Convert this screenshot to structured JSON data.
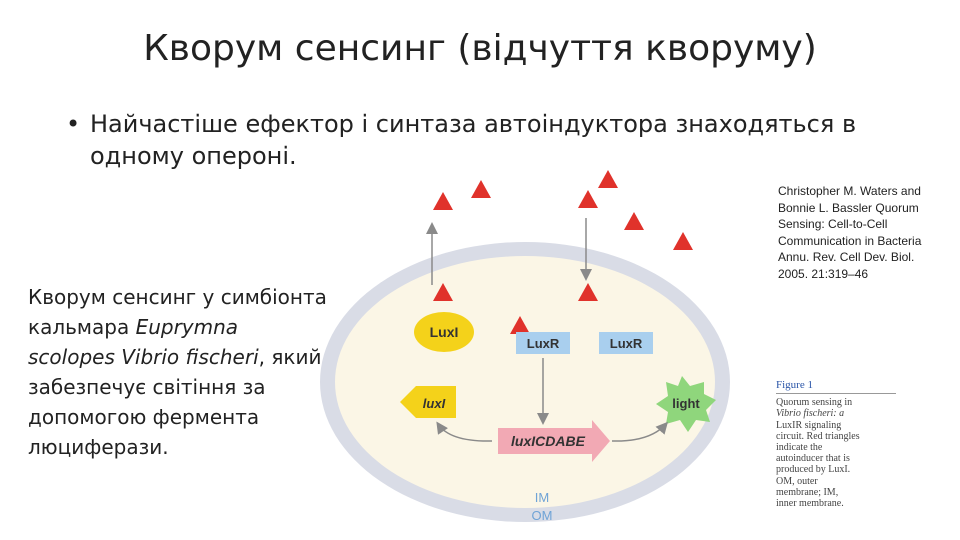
{
  "title": "Кворум сенсинг (відчуття кворуму)",
  "bullet": {
    "marker": "•",
    "text": "Найчастіше ефектор і синтаза автоіндуктора знаходяться в одному опероні."
  },
  "description": {
    "part1": "Кворум сенсинг у симбіонта кальмара ",
    "species": "Euprymna scolopes Vibrio fischeri",
    "part2": ", який забезпечує світіння за допомогою фермента люциферази."
  },
  "reference": {
    "lines": [
      "Christopher M. Waters and",
      "Bonnie L. Bassler Quorum",
      "Sensing: Cell-to-Cell",
      "Communication in Bacteria",
      "Annu. Rev. Cell Dev. Biol.",
      "2005. 21:319–46"
    ]
  },
  "diagram": {
    "labels": {
      "luxI_protein": "LuxI",
      "luxR_1": "LuxR",
      "luxR_2": "LuxR",
      "luxI_gene": "luxI",
      "operon": "luxICDABE",
      "light": "light",
      "im": "IM",
      "om": "OM"
    },
    "colors": {
      "outer_membrane": "#d9dce6",
      "cytoplasm": "#fbf6e6",
      "autoinducer": "#e0322b",
      "luxI": "#f4d21a",
      "luxR": "#a9cfee",
      "operon": "#f2a9b4",
      "light": "#8fd67c",
      "arrow": "#8a8a8a",
      "membrane_label": "#6fa3d6"
    }
  },
  "figure_caption": {
    "title": "Figure 1",
    "lines": [
      "Quorum sensing in",
      "Vibrio fischeri: a",
      "LuxIR signaling",
      "circuit. Red triangles",
      "indicate the",
      "autoinducer that is",
      "produced by LuxI.",
      "OM, outer",
      "membrane; IM,",
      "inner membrane."
    ]
  }
}
